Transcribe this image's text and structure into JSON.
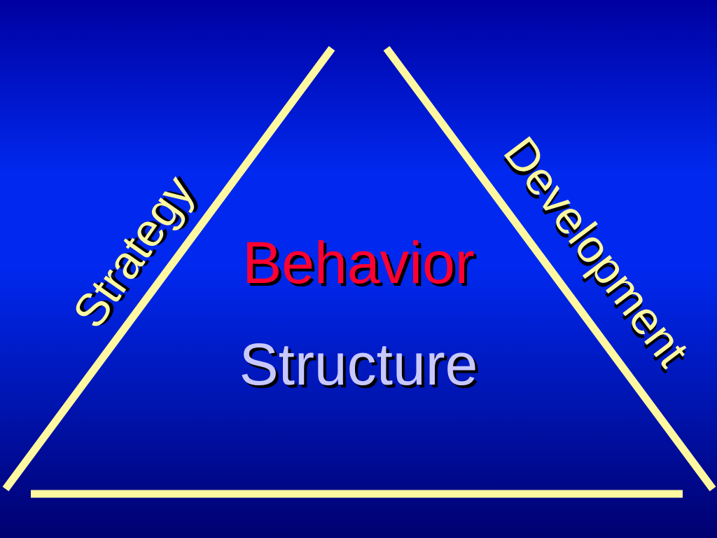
{
  "colors": {
    "background_top": "#0000a0",
    "background_mid": "#0028ee",
    "background_bottom": "#000070",
    "line": "#fff8a0",
    "side_label": "#fff8a0",
    "behavior": "#ff0033",
    "structure": "#c8c8ff",
    "shadow": "#000000"
  },
  "triangle": {
    "left_side_label": "Strategy",
    "right_side_label": "Development"
  },
  "center": {
    "top_label": "Behavior",
    "bottom_label": "Structure"
  }
}
